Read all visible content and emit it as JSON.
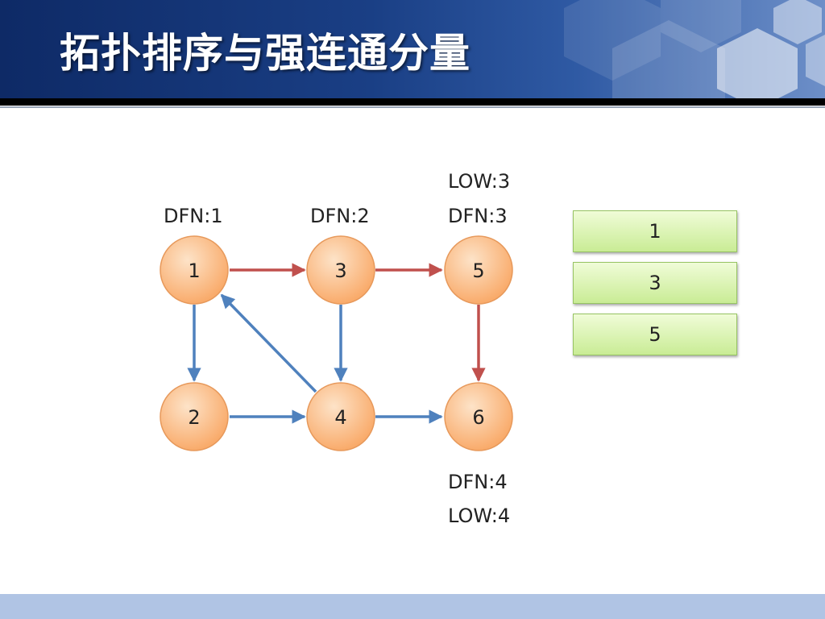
{
  "slide": {
    "title": "拓扑排序与强连通分量"
  },
  "graph": {
    "nodes": [
      {
        "id": "1",
        "label": "1"
      },
      {
        "id": "3",
        "label": "3"
      },
      {
        "id": "5",
        "label": "5"
      },
      {
        "id": "2",
        "label": "2"
      },
      {
        "id": "4",
        "label": "4"
      },
      {
        "id": "6",
        "label": "6"
      }
    ],
    "edges": [
      {
        "from": "1",
        "to": "3",
        "color": "#c0504d"
      },
      {
        "from": "3",
        "to": "5",
        "color": "#c0504d"
      },
      {
        "from": "5",
        "to": "6",
        "color": "#c0504d"
      },
      {
        "from": "1",
        "to": "2",
        "color": "#4f81bd"
      },
      {
        "from": "3",
        "to": "4",
        "color": "#4f81bd"
      },
      {
        "from": "2",
        "to": "4",
        "color": "#4f81bd"
      },
      {
        "from": "4",
        "to": "6",
        "color": "#4f81bd"
      },
      {
        "from": "4",
        "to": "1",
        "color": "#4f81bd"
      }
    ],
    "annotations": {
      "node1_dfn": "DFN:1",
      "node3_dfn": "DFN:2",
      "node5_low": "LOW:3",
      "node5_dfn": "DFN:3",
      "node6_dfn": "DFN:4",
      "node6_low": "LOW:4"
    }
  },
  "stack": {
    "items": [
      "1",
      "3",
      "5"
    ]
  },
  "colors": {
    "tree_edge": "#c0504d",
    "other_edge": "#4f81bd",
    "node_fill": "#fbc08f",
    "stack_fill": "#d6f2a8"
  }
}
